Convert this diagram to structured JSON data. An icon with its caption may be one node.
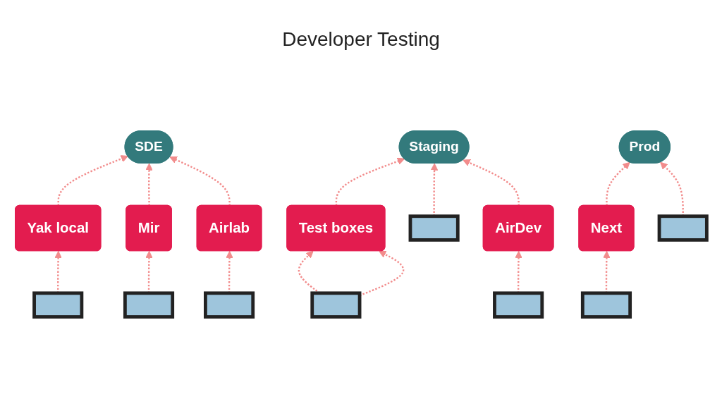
{
  "diagram": {
    "title": "Developer Testing",
    "nodes": [
      {
        "text": [
          "SDE"
        ]
      },
      {
        "text": [
          "Staging"
        ]
      },
      {
        "text": [
          "Prod"
        ]
      },
      {
        "text": [
          "Yak local"
        ]
      },
      {
        "text": [
          "Mir"
        ]
      },
      {
        "text": [
          "Airlab"
        ]
      },
      {
        "text": [
          "Test boxes"
        ]
      },
      {
        "text": [
          "AirDev"
        ]
      },
      {
        "text": [
          "Next"
        ]
      },
      {
        "text": [],
        "shape": "laptop"
      },
      {
        "text": [],
        "shape": "laptop"
      },
      {
        "text": [],
        "shape": "laptop"
      },
      {
        "text": [],
        "shape": "laptop"
      },
      {
        "text": [],
        "shape": "laptop"
      },
      {
        "text": [],
        "shape": "laptop"
      },
      {
        "text": [],
        "shape": "laptop"
      },
      {
        "text": [],
        "shape": "laptop"
      }
    ],
    "edges": [
      {
        "from": 9,
        "to": 3,
        "arrow": "to",
        "style": "dashed"
      },
      {
        "from": 3,
        "to": 0,
        "arrow": "to",
        "style": "dashed"
      },
      {
        "from": 10,
        "to": 4,
        "arrow": "to",
        "style": "dashed"
      },
      {
        "from": 4,
        "to": 0,
        "arrow": "to",
        "style": "dashed"
      },
      {
        "from": 11,
        "to": 5,
        "arrow": "to",
        "style": "dashed"
      },
      {
        "from": 5,
        "to": 0,
        "arrow": "to",
        "style": "dashed"
      },
      {
        "from": 12,
        "to": 6,
        "arrow": "to",
        "style": "dashed"
      },
      {
        "from": 12,
        "to": 6,
        "arrow": "to",
        "style": "dashed"
      },
      {
        "from": 6,
        "to": 1,
        "arrow": "to",
        "style": "dashed"
      },
      {
        "from": 13,
        "to": 1,
        "arrow": "to",
        "style": "dashed"
      },
      {
        "from": 14,
        "to": 7,
        "arrow": "to",
        "style": "dashed"
      },
      {
        "from": 7,
        "to": 1,
        "arrow": "to",
        "style": "dashed"
      },
      {
        "from": 15,
        "to": 8,
        "arrow": "to",
        "style": "dashed"
      },
      {
        "from": 8,
        "to": 2,
        "arrow": "to",
        "style": "dashed"
      },
      {
        "from": 16,
        "to": 2,
        "arrow": "to",
        "style": "dashed"
      }
    ]
  }
}
